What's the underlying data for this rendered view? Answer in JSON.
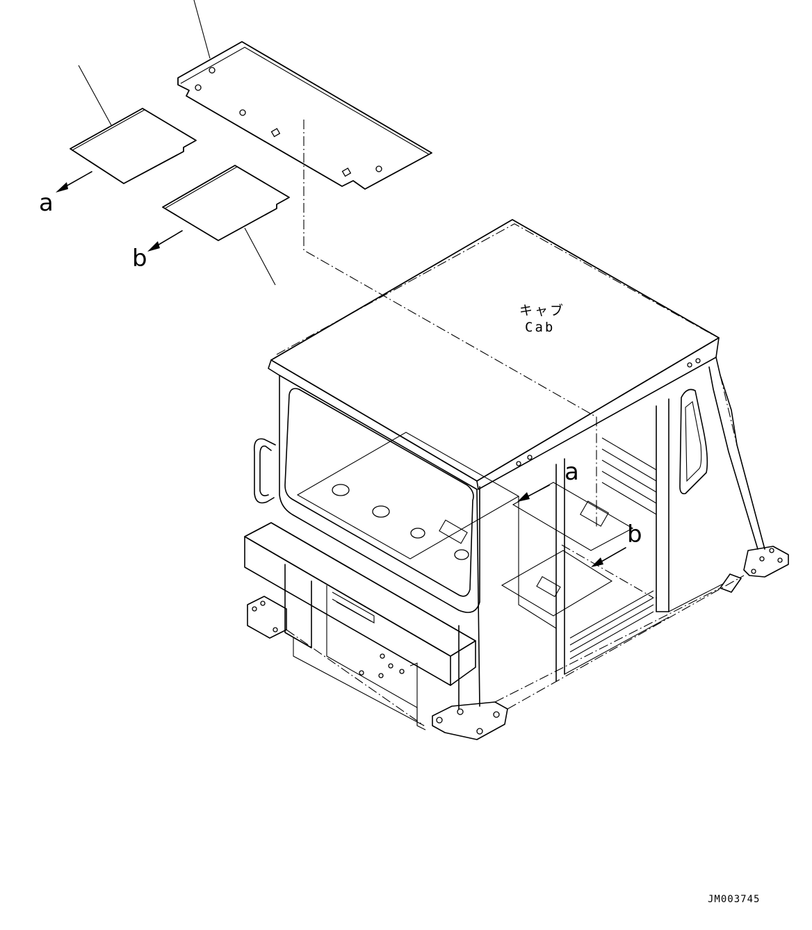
{
  "labels": {
    "a_top": "a",
    "b_top": "b",
    "a_cab": "a",
    "b_cab": "b",
    "cab_jp": "キャブ",
    "cab_en": "Cab",
    "drawing_code": "JM003745"
  }
}
